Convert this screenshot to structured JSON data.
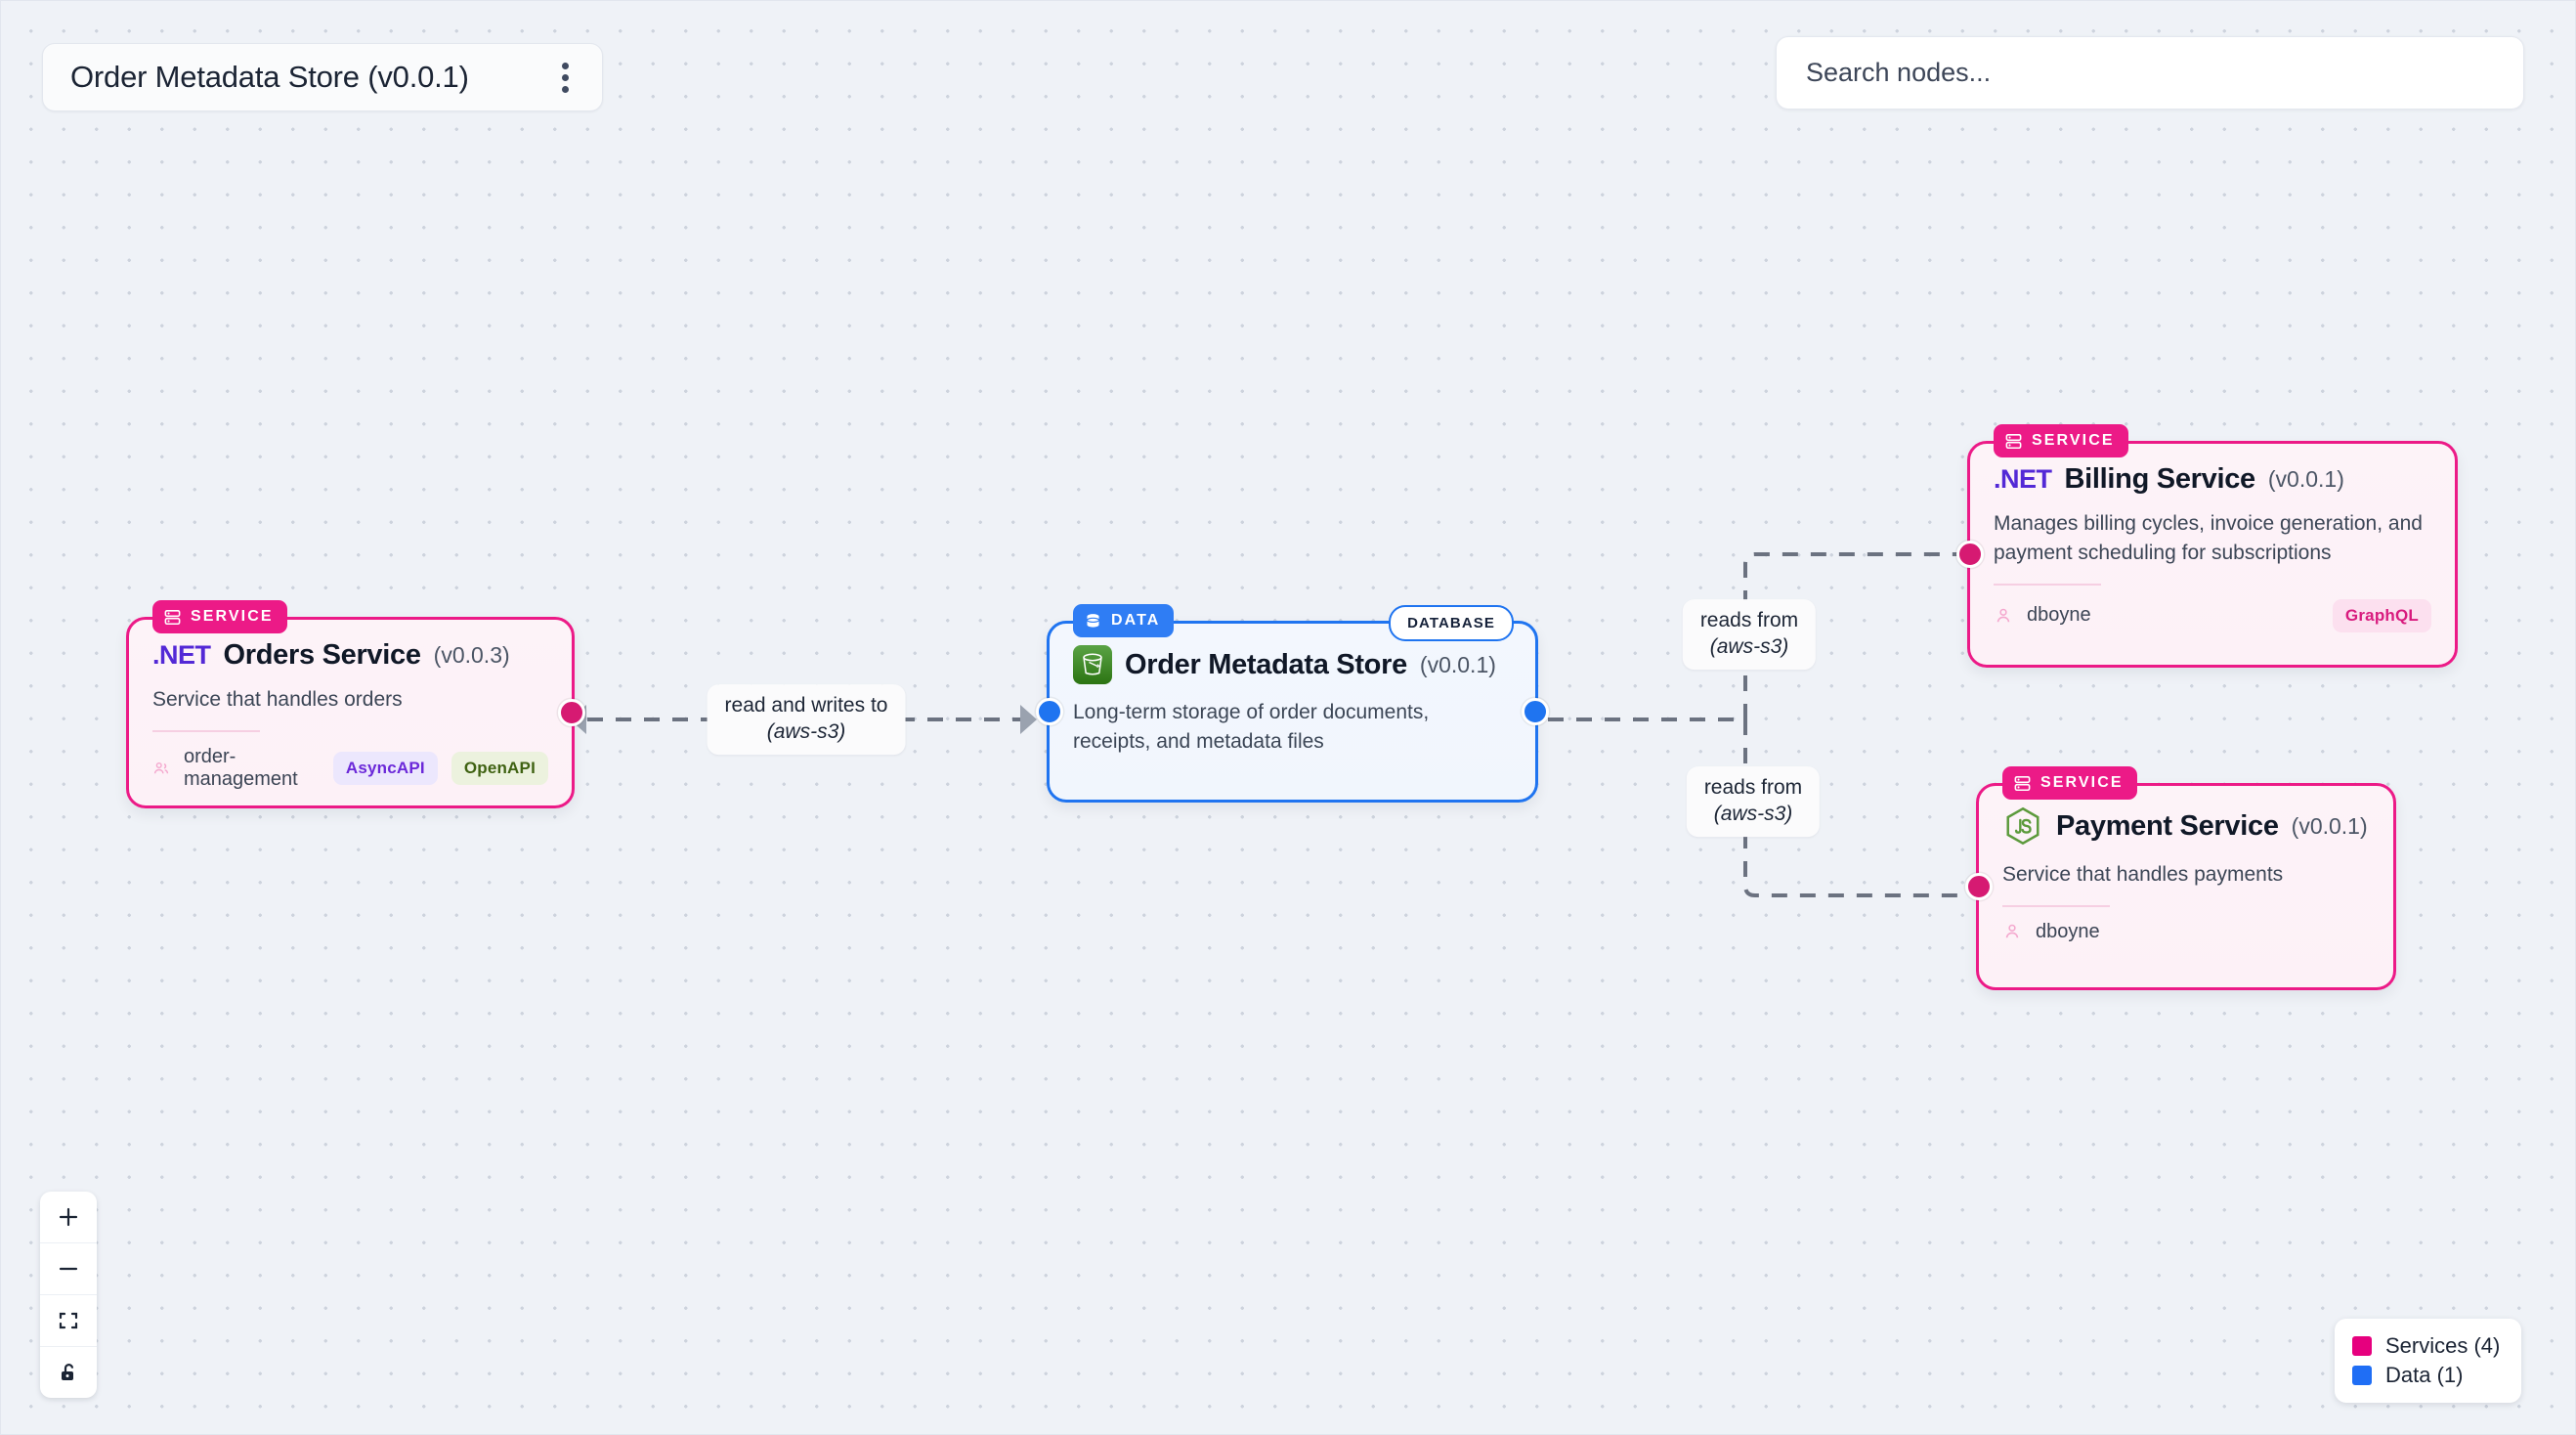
{
  "header": {
    "title": "Order Metadata Store (v0.0.1)",
    "menu_icon": "kebab-menu-icon"
  },
  "search": {
    "placeholder": "Search nodes...",
    "value": ""
  },
  "nodes": [
    {
      "id": "orders-service",
      "badge": "SERVICE",
      "badge_icon": "server-rack-icon",
      "tech_logo": ".NET",
      "name": "Orders Service",
      "version": "(v0.0.3)",
      "description": "Service that handles orders",
      "owner": "order-management",
      "owner_icon": "users-icon",
      "chips": [
        "AsyncAPI",
        "OpenAPI"
      ]
    },
    {
      "id": "order-metadata-store",
      "badge": "DATA",
      "badge_icon": "database-icon",
      "corner_pill": "DATABASE",
      "tech_logo": "aws-s3-bucket-icon",
      "name": "Order Metadata Store",
      "version": "(v0.0.1)",
      "description": "Long-term storage of order documents, receipts, and metadata files"
    },
    {
      "id": "billing-service",
      "badge": "SERVICE",
      "badge_icon": "server-rack-icon",
      "tech_logo": ".NET",
      "name": "Billing Service",
      "version": "(v0.0.1)",
      "description": "Manages billing cycles, invoice generation, and payment scheduling for subscriptions",
      "owner": "dboyne",
      "owner_icon": "user-icon",
      "chips": [
        "GraphQL"
      ]
    },
    {
      "id": "payment-service",
      "badge": "SERVICE",
      "badge_icon": "server-rack-icon",
      "tech_logo": "nodejs-icon",
      "name": "Payment Service",
      "version": "(v0.0.1)",
      "description": "Service that handles payments",
      "owner": "dboyne",
      "owner_icon": "user-icon",
      "chips": []
    }
  ],
  "edges": [
    {
      "id": "orders-to-store",
      "line1": "read and writes to",
      "line2": "(aws-s3)"
    },
    {
      "id": "store-to-billing",
      "line1": "reads from",
      "line2": "(aws-s3)"
    },
    {
      "id": "store-to-payment",
      "line1": "reads from",
      "line2": "(aws-s3)"
    }
  ],
  "controls": [
    {
      "id": "zoom-in",
      "icon": "plus-icon"
    },
    {
      "id": "zoom-out",
      "icon": "minus-icon"
    },
    {
      "id": "fit-view",
      "icon": "fit-view-icon"
    },
    {
      "id": "lock-toggle",
      "icon": "unlock-icon"
    }
  ],
  "legend": {
    "items": [
      {
        "label": "Services (4)",
        "color": "#e6007e"
      },
      {
        "label": "Data (1)",
        "color": "#1f6ef5"
      }
    ]
  },
  "colors": {
    "service": "#ec1a87",
    "data": "#1f74f0",
    "canvas_bg": "#eff2f7",
    "edge": "#6b7280"
  }
}
